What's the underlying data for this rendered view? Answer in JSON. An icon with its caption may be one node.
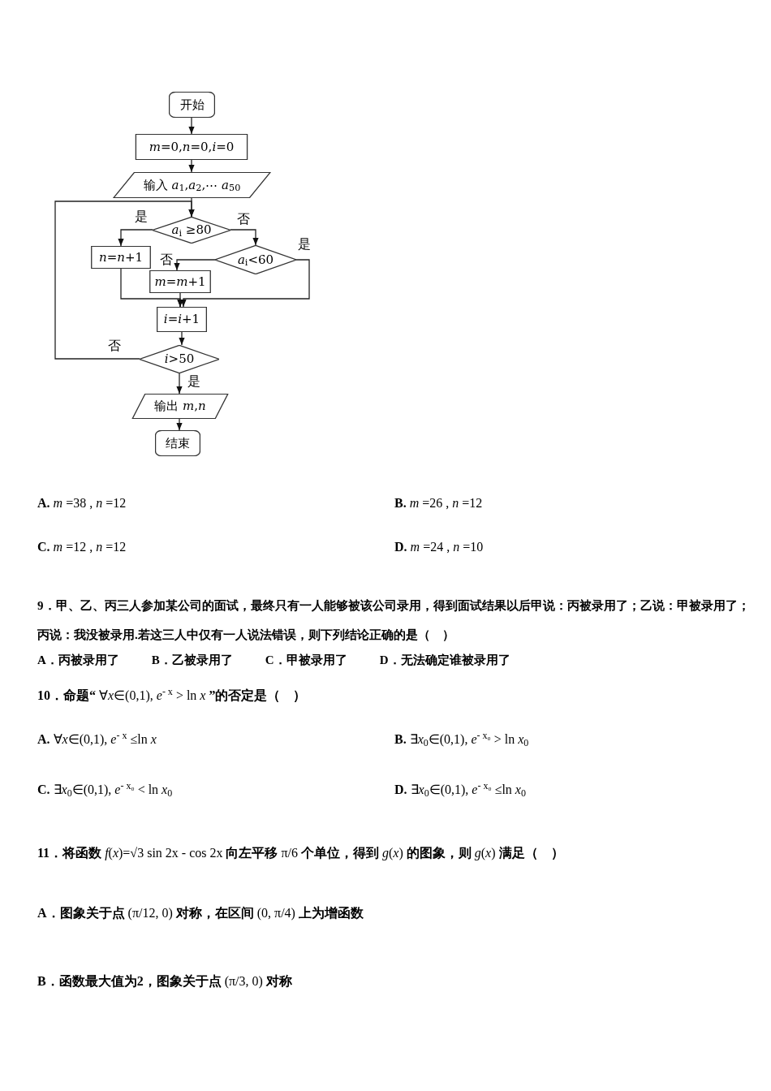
{
  "diagram": {
    "nodes": [
      {
        "text": [
          "开始"
        ]
      },
      {
        "text": [
          "*m*=0,*n*=0,*i*=0"
        ]
      },
      {
        "text": [
          "输入 *a*$_{1}$,*a*$_{2}$,⋯ *a*$_{50}$"
        ]
      },
      {
        "text": [
          "*a*$_{i}$ ≥80"
        ]
      },
      {
        "text": [
          "*n*=*n*+1"
        ]
      },
      {
        "text": [
          "*a*$_{i}$<60"
        ]
      },
      {
        "text": [
          "*m*=*m*+1"
        ]
      },
      {
        "text": [
          "*i*=*i*+1"
        ]
      },
      {
        "text": [
          "*i*>50"
        ]
      },
      {
        "text": [
          "输出 *m*,*n*"
        ]
      },
      {
        "text": [
          "结束"
        ]
      }
    ],
    "edges": [
      {
        "from": 0,
        "to": 1,
        "arrow": "to"
      },
      {
        "from": 1,
        "to": 2,
        "arrow": "to"
      },
      {
        "from": 2,
        "to": 3,
        "arrow": "to"
      },
      {
        "from": 3,
        "to": 4,
        "arrow": "to",
        "label": "是"
      },
      {
        "from": 3,
        "to": 5,
        "arrow": "to",
        "label": "否"
      },
      {
        "from": 5,
        "to": 6,
        "arrow": "to",
        "label": "否"
      },
      {
        "from": 5,
        "to": 7,
        "arrow": "to",
        "label": "是"
      },
      {
        "from": 4,
        "to": 7,
        "arrow": "to"
      },
      {
        "from": 6,
        "to": 7,
        "arrow": "to"
      },
      {
        "from": 7,
        "to": 8,
        "arrow": "to"
      },
      {
        "from": 8,
        "to": 3,
        "arrow": "to",
        "label": "否"
      },
      {
        "from": 8,
        "to": 9,
        "arrow": "to",
        "label": "是"
      },
      {
        "from": 9,
        "to": 10,
        "arrow": "to"
      }
    ],
    "labels": [
      "**A.** *m* =38 , *n* =12",
      "**B.** *m* =26 , *n* =12",
      "**C.** *m* =12 , *n* =12",
      "**D.** *m* =24 , *n* =10",
      "9．甲、乙、丙三人参加某公司的面试，最终只有一人能够被该公司录用，得到面试结果以后甲说：丙被录用了；乙说：甲被录用了；丙说：我没被录用.若这三人中仅有一人说法错误，则下列结论正确的是（　）",
      "A．丙被录用了",
      "B．乙被录用了",
      "C．甲被录用了",
      "D．无法确定谁被录用了",
      "**10．命题“** ∀*x*∈(0,1), *e*$^{- x}$ > ln *x* **”的否定是（　）**",
      "**A.** ∀*x*∈(0,1), *e*$^{- x}$ ≤ln *x*",
      "**B.** ∃*x*$_{0}$∈(0,1), *e*$^{- x₀}$ > ln *x*$_{0}$",
      "**C.** ∃*x*$_{0}$∈(0,1), *e*$^{- x₀}$ < ln *x*$_{0}$",
      "**D.** ∃*x*$_{0}$∈(0,1), *e*$^{- x₀}$ ≤ln *x*$_{0}$",
      "**11．将函数** *f*(*x*)=√3 sin 2x - cos 2x **向左平移** π/6 **个单位，得到** *g*(*x*) **的图象，则** *g*(*x*) **满足（　）**",
      "**A．图象关于点** (π/12, 0) **对称，在区间** (0, π/4) **上为增函数**",
      "**B．函数最大值为2，图象关于点** (π/3, 0) **对称**"
    ]
  }
}
